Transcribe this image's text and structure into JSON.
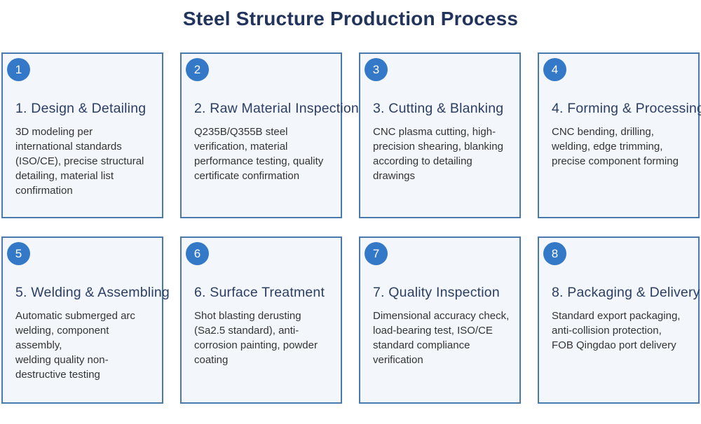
{
  "page": {
    "title": "Steel Structure Production Process"
  },
  "colors": {
    "badge_blue": "#3478c8",
    "card_border": "#4a7aab",
    "card_background": "#f3f7fb",
    "title_navy": "#22335c",
    "card_title_navy": "#2b3e63",
    "body_text": "#333333",
    "page_background": "#ffffff"
  },
  "cards": [
    {
      "number": "1",
      "title": "1. Design & Detailing",
      "description": "3D modeling per\ninternational standards\n(ISO/CE), precise structural\ndetailing, material list\nconfirmation"
    },
    {
      "number": "2",
      "title": "2. Raw Material Inspection",
      "description": "Q235B/Q355B steel\nverification, material\nperformance testing, quality\ncertificate confirmation"
    },
    {
      "number": "3",
      "title": "3. Cutting & Blanking",
      "description": "CNC plasma cutting, high-\nprecision shearing, blanking\naccording to detailing\ndrawings"
    },
    {
      "number": "4",
      "title": "4. Forming & Processing",
      "description": "CNC bending, drilling,\nwelding, edge trimming,\nprecise component forming"
    },
    {
      "number": "5",
      "title": "5. Welding & Assembling",
      "description": "Automatic submerged arc\nwelding, component assembly,\nwelding quality non-\ndestructive testing"
    },
    {
      "number": "6",
      "title": "6. Surface Treatment",
      "description": "Shot blasting derusting\n(Sa2.5 standard), anti-\ncorrosion painting, powder\ncoating"
    },
    {
      "number": "7",
      "title": "7. Quality Inspection",
      "description": "Dimensional accuracy check,\nload-bearing test, ISO/CE\nstandard compliance\nverification"
    },
    {
      "number": "8",
      "title": "8. Packaging & Delivery",
      "description": "Standard export packaging,\nanti-collision protection,\nFOB Qingdao port delivery"
    }
  ]
}
